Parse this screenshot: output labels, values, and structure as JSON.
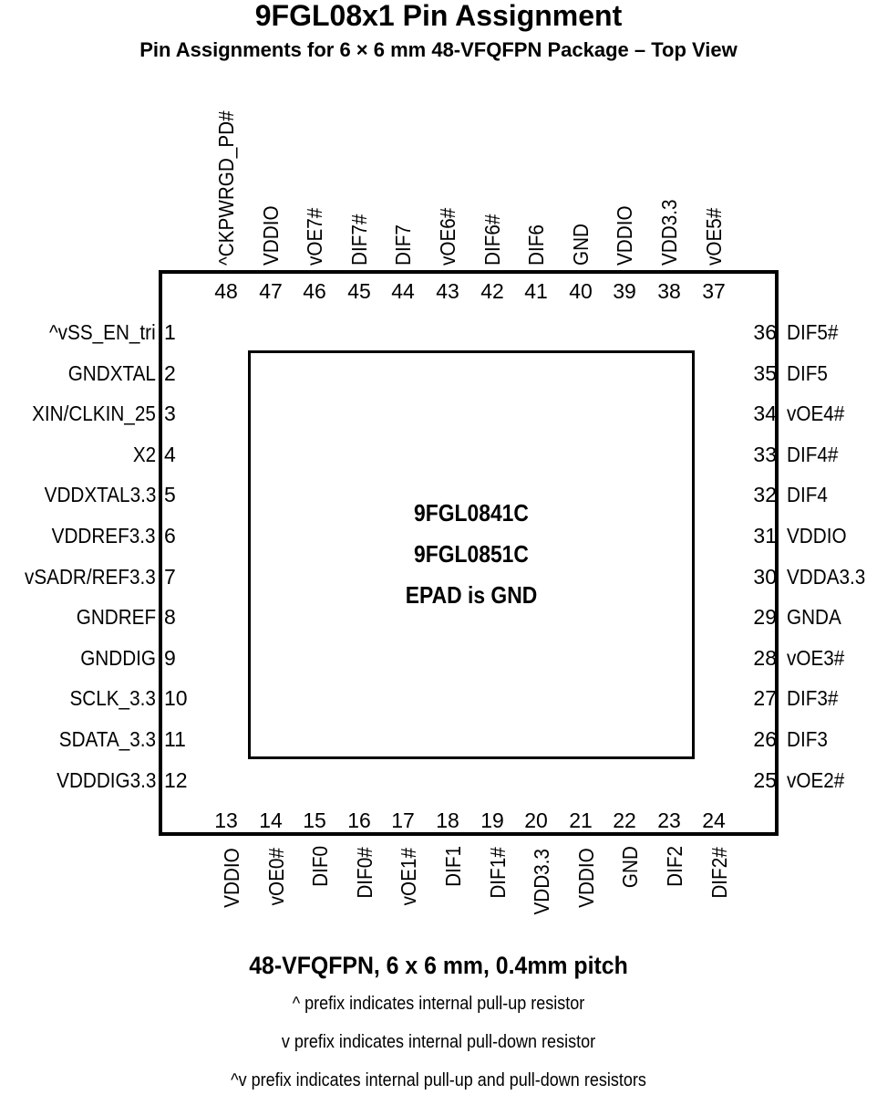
{
  "header": {
    "title": "9FGL08x1 Pin Assignment",
    "subtitle": "Pin Assignments for 6 × 6 mm 48-VFQFPN Package – Top View"
  },
  "chip": {
    "lines": [
      "9FGL0841C",
      "9FGL0851C",
      "EPAD is GND"
    ]
  },
  "pins": {
    "left": [
      {
        "num": "1",
        "name": "^vSS_EN_tri"
      },
      {
        "num": "2",
        "name": "GNDXTAL"
      },
      {
        "num": "3",
        "name": "XIN/CLKIN_25"
      },
      {
        "num": "4",
        "name": "X2"
      },
      {
        "num": "5",
        "name": "VDDXTAL3.3"
      },
      {
        "num": "6",
        "name": "VDDREF3.3"
      },
      {
        "num": "7",
        "name": "vSADR/REF3.3"
      },
      {
        "num": "8",
        "name": "GNDREF"
      },
      {
        "num": "9",
        "name": "GNDDIG"
      },
      {
        "num": "10",
        "name": "SCLK_3.3"
      },
      {
        "num": "11",
        "name": "SDATA_3.3"
      },
      {
        "num": "12",
        "name": "VDDDIG3.3"
      }
    ],
    "right": [
      {
        "num": "36",
        "name": "DIF5#"
      },
      {
        "num": "35",
        "name": "DIF5"
      },
      {
        "num": "34",
        "name": "vOE4#"
      },
      {
        "num": "33",
        "name": "DIF4#"
      },
      {
        "num": "32",
        "name": "DIF4"
      },
      {
        "num": "31",
        "name": "VDDIO"
      },
      {
        "num": "30",
        "name": "VDDA3.3"
      },
      {
        "num": "29",
        "name": "GNDA"
      },
      {
        "num": "28",
        "name": "vOE3#"
      },
      {
        "num": "27",
        "name": "DIF3#"
      },
      {
        "num": "26",
        "name": "DIF3"
      },
      {
        "num": "25",
        "name": "vOE2#"
      }
    ],
    "top": [
      {
        "num": "48",
        "name": "^CKPWRGD_PD#"
      },
      {
        "num": "47",
        "name": "VDDIO"
      },
      {
        "num": "46",
        "name": "vOE7#"
      },
      {
        "num": "45",
        "name": "DIF7#"
      },
      {
        "num": "44",
        "name": "DIF7"
      },
      {
        "num": "43",
        "name": "vOE6#"
      },
      {
        "num": "42",
        "name": "DIF6#"
      },
      {
        "num": "41",
        "name": "DIF6"
      },
      {
        "num": "40",
        "name": "GND"
      },
      {
        "num": "39",
        "name": "VDDIO"
      },
      {
        "num": "38",
        "name": "VDD3.3"
      },
      {
        "num": "37",
        "name": "vOE5#"
      }
    ],
    "bottom": [
      {
        "num": "13",
        "name": "VDDIO"
      },
      {
        "num": "14",
        "name": "vOE0#"
      },
      {
        "num": "15",
        "name": "DIF0"
      },
      {
        "num": "16",
        "name": "DIF0#"
      },
      {
        "num": "17",
        "name": "vOE1#"
      },
      {
        "num": "18",
        "name": "DIF1"
      },
      {
        "num": "19",
        "name": "DIF1#"
      },
      {
        "num": "20",
        "name": "VDD3.3"
      },
      {
        "num": "21",
        "name": "VDDIO"
      },
      {
        "num": "22",
        "name": "GND"
      },
      {
        "num": "23",
        "name": "DIF2"
      },
      {
        "num": "24",
        "name": "DIF2#"
      }
    ]
  },
  "footer": {
    "title": "48-VFQFPN, 6 x 6 mm, 0.4mm pitch",
    "notes": [
      "^  prefix indicates internal pull-up resistor",
      "v  prefix indicates internal pull-down resistor",
      "^v  prefix indicates internal pull-up and pull-down resistors"
    ]
  }
}
